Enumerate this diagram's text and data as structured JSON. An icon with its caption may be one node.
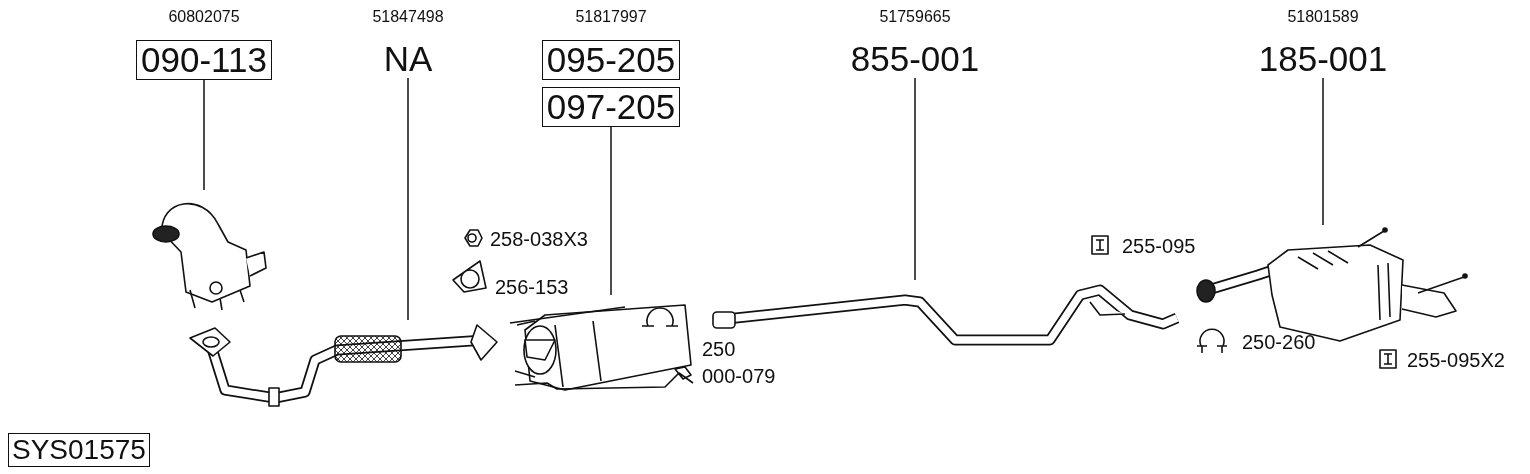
{
  "diagram": {
    "nodes": [
      {
        "text": [
          "60802075",
          "090-113"
        ]
      },
      {
        "text": [
          "51847498",
          "NA"
        ]
      },
      {
        "text": [
          "51817997",
          "095-205"
        ]
      },
      {
        "text": [
          "097-205"
        ]
      },
      {
        "text": [
          "51759665",
          "855-001"
        ]
      },
      {
        "text": [
          "51801589",
          "185-001"
        ]
      },
      {
        "text": [],
        "shape": "picture"
      },
      {
        "text": [],
        "shape": "picture"
      },
      {
        "text": [],
        "shape": "picture"
      },
      {
        "text": [],
        "shape": "picture"
      },
      {
        "text": [],
        "shape": "picture"
      }
    ],
    "edges": [
      {
        "from": 0,
        "to": 6,
        "arrow": "none"
      },
      {
        "from": 1,
        "to": 7,
        "arrow": "none"
      },
      {
        "from": 3,
        "to": 8,
        "arrow": "none"
      },
      {
        "from": 4,
        "to": 9,
        "arrow": "none"
      },
      {
        "from": 5,
        "to": 10,
        "arrow": "none"
      }
    ],
    "labels": [
      "258-038X3",
      "255-095",
      "256-153",
      "250",
      "250-260",
      "255-095X2",
      "000-079",
      "SYS01575"
    ]
  }
}
